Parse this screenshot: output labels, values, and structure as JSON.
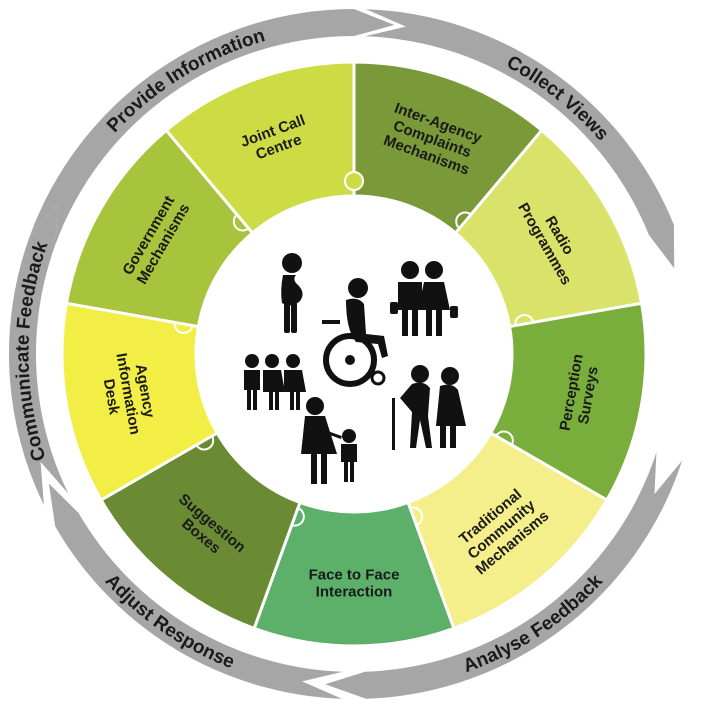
{
  "process_steps": [
    {
      "label": "Provide Information"
    },
    {
      "label": "Collect Views"
    },
    {
      "label": "Analyse Feedback"
    },
    {
      "label": "Adjust Response"
    },
    {
      "label": "Communicate Feedback"
    }
  ],
  "mechanisms": [
    {
      "lines": [
        "Inter-Agency",
        "Complaints",
        "Mechanisms"
      ],
      "color": "#7a9a3a"
    },
    {
      "lines": [
        "Radio",
        "Programmes"
      ],
      "color": "#d9e36a"
    },
    {
      "lines": [
        "Perception",
        "Surveys"
      ],
      "color": "#7aae3c"
    },
    {
      "lines": [
        "Traditional",
        "Community",
        "Mechanisms"
      ],
      "color": "#f4ef8a"
    },
    {
      "lines": [
        "Face to Face",
        "Interaction"
      ],
      "color": "#5db06a"
    },
    {
      "lines": [
        "Suggestion",
        "Boxes"
      ],
      "color": "#6b8a34"
    },
    {
      "lines": [
        "Agency",
        "Information",
        "Desk"
      ],
      "color": "#f2ee45"
    },
    {
      "lines": [
        "Government",
        "Mechanisms"
      ],
      "color": "#a8c43c"
    },
    {
      "lines": [
        "Joint Call",
        "Centre"
      ],
      "color": "#cddc45"
    }
  ],
  "center_icons": [
    "pregnant-woman-icon",
    "wheelchair-user-icon",
    "family-shopping-icon",
    "children-group-icon",
    "elderly-couple-icon",
    "parent-and-child-icon"
  ],
  "colors": {
    "outer_ring": "#a6a6a6",
    "ring_border": "#ffffff",
    "center_fill": "#ffffff",
    "icon_fill": "#111111"
  }
}
